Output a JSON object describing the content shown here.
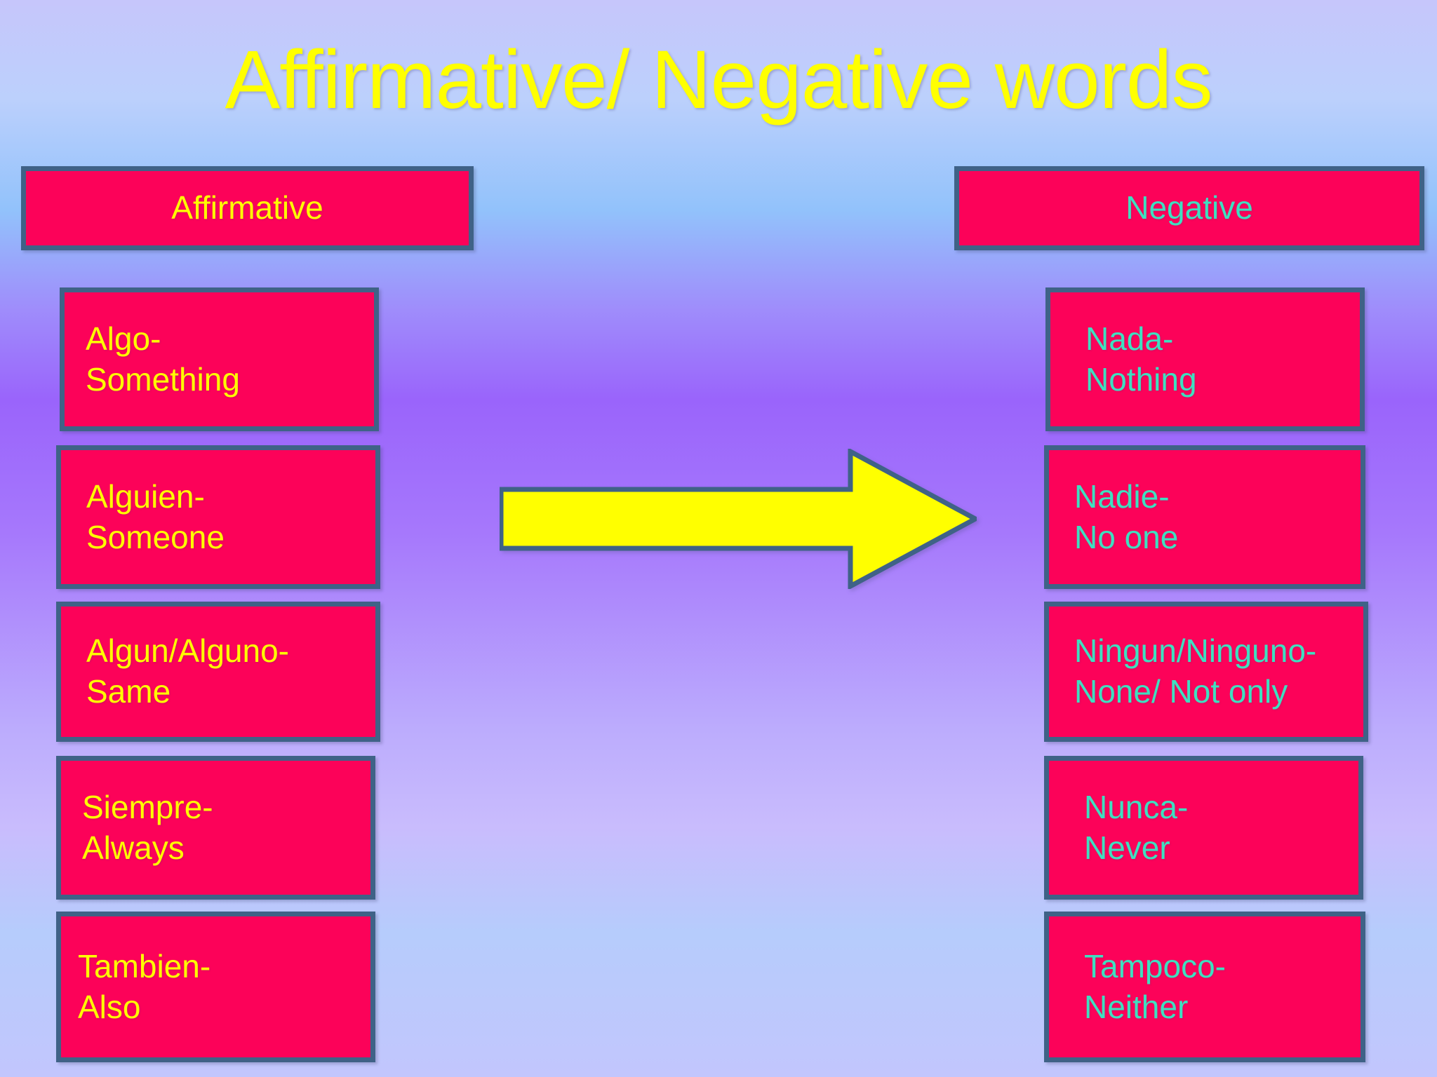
{
  "slide": {
    "title": "Affirmative/ Negative words",
    "colors": {
      "box_fill": "#fc0259",
      "box_border": "#3f6287",
      "affirmative_text": "#ffff00",
      "negative_text": "#3ee0c0",
      "arrow_fill": "#ffff00",
      "arrow_border": "#3f6287",
      "title_text": "#ffff00"
    }
  },
  "columns": {
    "affirmative": {
      "header": "Affirmative",
      "items": [
        {
          "term": "Algo-",
          "meaning": "Something"
        },
        {
          "term": "Alguien-",
          "meaning": "Someone"
        },
        {
          "term": "Algun/Alguno-",
          "meaning": "Same"
        },
        {
          "term": "Siempre-",
          "meaning": "Always"
        },
        {
          "term": "Tambien-",
          "meaning": "Also"
        }
      ]
    },
    "negative": {
      "header": "Negative",
      "items": [
        {
          "term": "Nada-",
          "meaning": "Nothing"
        },
        {
          "term": "Nadie-",
          "meaning": "No one"
        },
        {
          "term": "Ningun/Ninguno-",
          "meaning": "None/ Not only"
        },
        {
          "term": "Nunca-",
          "meaning": "Never"
        },
        {
          "term": "Tampoco-",
          "meaning": "Neither"
        }
      ]
    }
  },
  "arrow": {
    "icon": "right-arrow-icon",
    "direction": "right"
  }
}
